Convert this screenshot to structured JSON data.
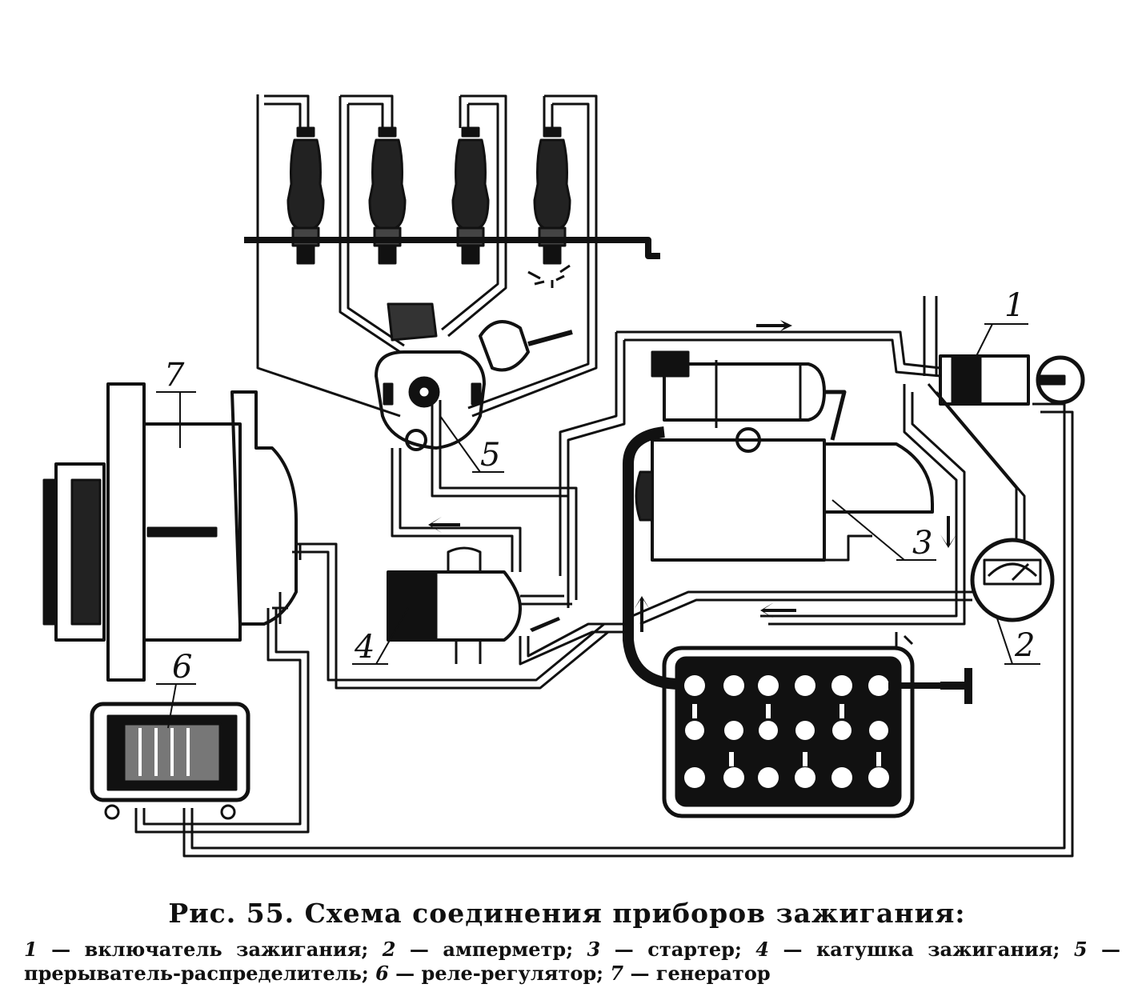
{
  "figure": {
    "title": "Рис. 55. Схема соединения приборов зажигания:",
    "legend": [
      {
        "num": "1",
        "text": "включатель зажигания;"
      },
      {
        "num": "2",
        "text": "амперметр;"
      },
      {
        "num": "3",
        "text": "стартер;"
      },
      {
        "num": "4",
        "text": "катушка зажигания;"
      },
      {
        "num": "5",
        "text": "прерыватель-распределитель;"
      },
      {
        "num": "6",
        "text": "реле-регулятор;"
      },
      {
        "num": "7",
        "text": "генератор"
      }
    ]
  },
  "callouts": {
    "n1": "1",
    "n2": "2",
    "n3": "3",
    "n4": "4",
    "n5": "5",
    "n6": "6",
    "n7": "7"
  },
  "colors": {
    "ink": "#111111",
    "paper": "#ffffff"
  }
}
